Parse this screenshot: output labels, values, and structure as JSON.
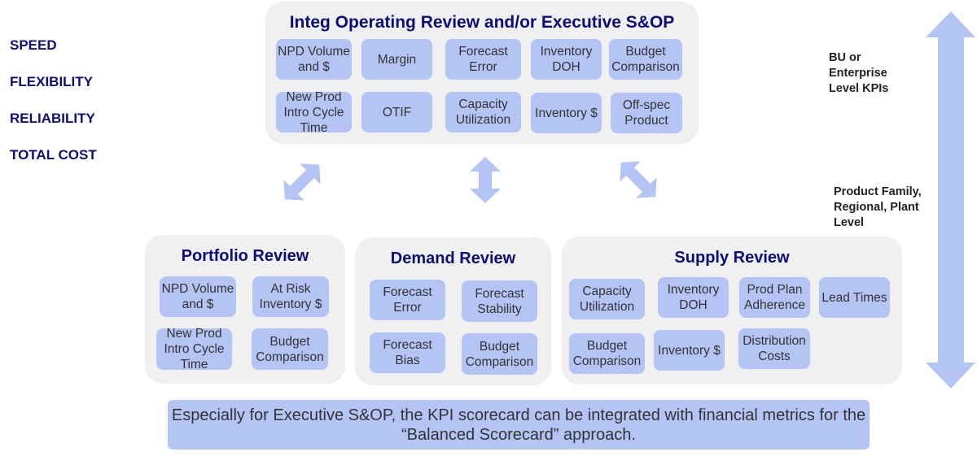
{
  "left_labels": [
    "SPEED",
    "FLEXIBILITY",
    "RELIABILITY",
    "TOTAL COST"
  ],
  "right_labels": {
    "top": "BU or Enterprise Level KPIs",
    "bottom": "Product Family, Regional, Plant Level"
  },
  "executive": {
    "title": "Integ Operating Review and/or Executive S&OP",
    "items": [
      "NPD Volume and $",
      "Margin",
      "Forecast Error",
      "Inventory DOH",
      "Budget Comparison",
      "New Prod Intro Cycle Time",
      "OTIF",
      "Capacity Utilization",
      "Inventory $",
      "Off-spec Product"
    ]
  },
  "portfolio": {
    "title": "Portfolio Review",
    "items": [
      "NPD Volume and $",
      "At Risk Inventory $",
      "New Prod Intro Cycle Time",
      "Budget Comparison"
    ]
  },
  "demand": {
    "title": "Demand Review",
    "items": [
      "Forecast Error",
      "Forecast Stability",
      "Forecast Bias",
      "Budget Comparison"
    ]
  },
  "supply": {
    "title": "Supply Review",
    "items": [
      "Capacity Utilization",
      "Inventory DOH",
      "Prod Plan Adherence",
      "Lead Times",
      "Budget Comparison",
      "Inventory $",
      "Distribution Costs"
    ]
  },
  "banner": "Especially for Executive S&OP, the KPI scorecard can be integrated with financial metrics for the “Balanced Scorecard” approach.",
  "colors": {
    "panel": "#f0f0f0",
    "box": "#b4c4f4",
    "title": "#0d0d78",
    "arrow": "#b4c4f4"
  }
}
